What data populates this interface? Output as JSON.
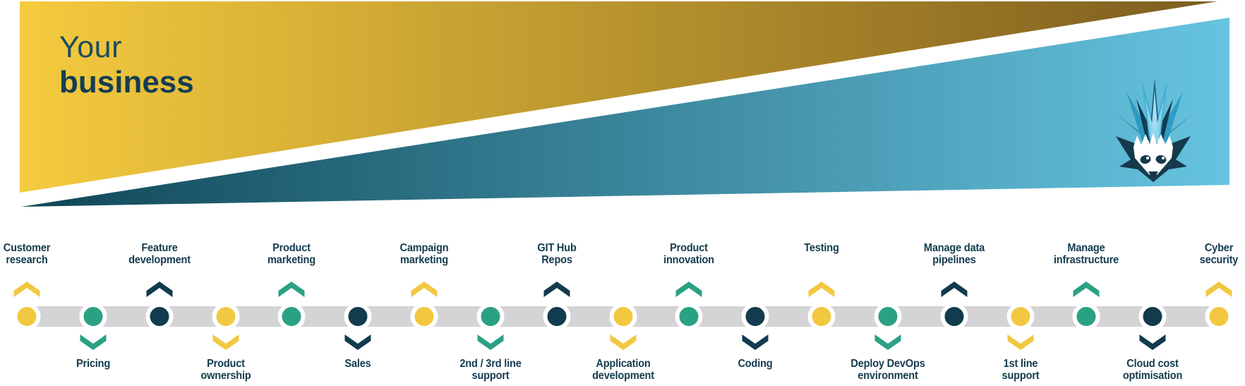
{
  "banner": {
    "title_line1": "Your",
    "title_line2": "business",
    "logo": "hedgehog-logo",
    "colors": {
      "yellow_gradient_start": "#F5CB3E",
      "yellow_gradient_end": "#7C5D1E",
      "blue_gradient_start": "#0F4656",
      "blue_gradient_end": "#66C4E0"
    }
  },
  "timeline": {
    "bar_color": "#D4D3D5",
    "palette": {
      "yellow": "#F2C841",
      "teal": "#2BA183",
      "navy": "#123B4D"
    },
    "items": [
      {
        "lines": [
          "Customer",
          "research"
        ],
        "side": "above",
        "color": "#F2C841"
      },
      {
        "lines": [
          "Pricing"
        ],
        "side": "below",
        "color": "#2BA183"
      },
      {
        "lines": [
          "Feature",
          "development"
        ],
        "side": "above",
        "color": "#123B4D"
      },
      {
        "lines": [
          "Product",
          "ownership"
        ],
        "side": "below",
        "color": "#F2C841"
      },
      {
        "lines": [
          "Product",
          "marketing"
        ],
        "side": "above",
        "color": "#2BA183"
      },
      {
        "lines": [
          "Sales"
        ],
        "side": "below",
        "color": "#123B4D"
      },
      {
        "lines": [
          "Campaign",
          "marketing"
        ],
        "side": "above",
        "color": "#F2C841"
      },
      {
        "lines": [
          "2nd / 3rd line",
          "support"
        ],
        "side": "below",
        "color": "#2BA183"
      },
      {
        "lines": [
          "GIT Hub",
          "Repos"
        ],
        "side": "above",
        "color": "#123B4D"
      },
      {
        "lines": [
          "Application",
          "development"
        ],
        "side": "below",
        "color": "#F2C841"
      },
      {
        "lines": [
          "Product",
          "innovation"
        ],
        "side": "above",
        "color": "#2BA183"
      },
      {
        "lines": [
          "Coding"
        ],
        "side": "below",
        "color": "#123B4D"
      },
      {
        "lines": [
          "Testing"
        ],
        "side": "above",
        "color": "#F2C841"
      },
      {
        "lines": [
          "Deploy DevOps",
          "environment"
        ],
        "side": "below",
        "color": "#2BA183"
      },
      {
        "lines": [
          "Manage data",
          "pipelines"
        ],
        "side": "above",
        "color": "#123B4D"
      },
      {
        "lines": [
          "1st line",
          "support"
        ],
        "side": "below",
        "color": "#F2C841"
      },
      {
        "lines": [
          "Manage",
          "infrastructure"
        ],
        "side": "above",
        "color": "#2BA183"
      },
      {
        "lines": [
          "Cloud cost",
          "optimisation"
        ],
        "side": "below",
        "color": "#123B4D"
      },
      {
        "lines": [
          "Cyber",
          "security"
        ],
        "side": "above",
        "color": "#F2C841"
      }
    ]
  }
}
